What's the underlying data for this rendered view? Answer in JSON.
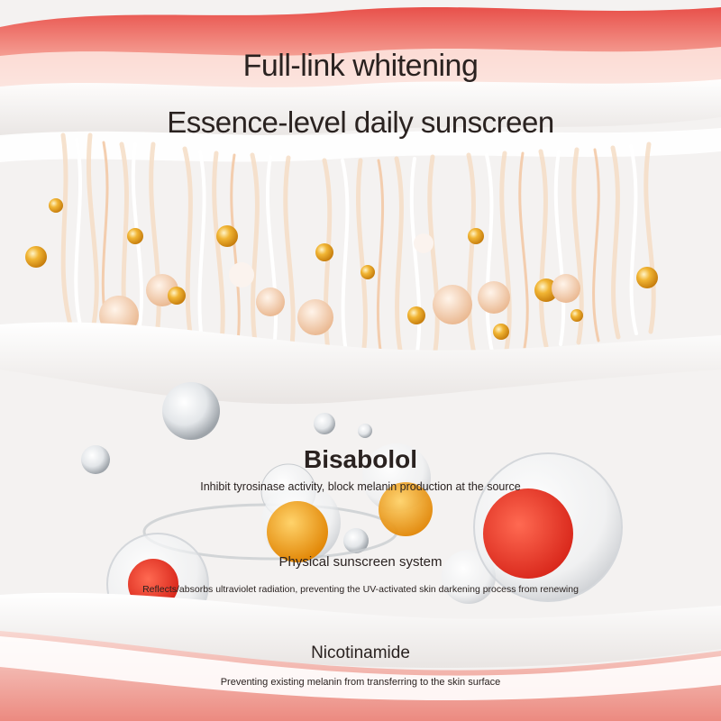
{
  "headline": "Full-link whitening",
  "subheadline": "Essence-level daily sunscreen",
  "ingredients": [
    {
      "name": "Bisabolol",
      "description": "Inhibit tyrosinase activity, block melanin production at the source"
    },
    {
      "name": "Physical sunscreen system",
      "description": "Reflects/absorbs ultraviolet radiation, preventing the UV-activated skin darkening process from renewing"
    },
    {
      "name": "Nicotinamide",
      "description": "Preventing existing melanin from transferring to the skin surface"
    }
  ],
  "colors": {
    "skin_red": "#e8402f",
    "capsule_gold": "#e39a18",
    "fiber_peach": "#f2c7a2",
    "text": "#2a2220"
  }
}
